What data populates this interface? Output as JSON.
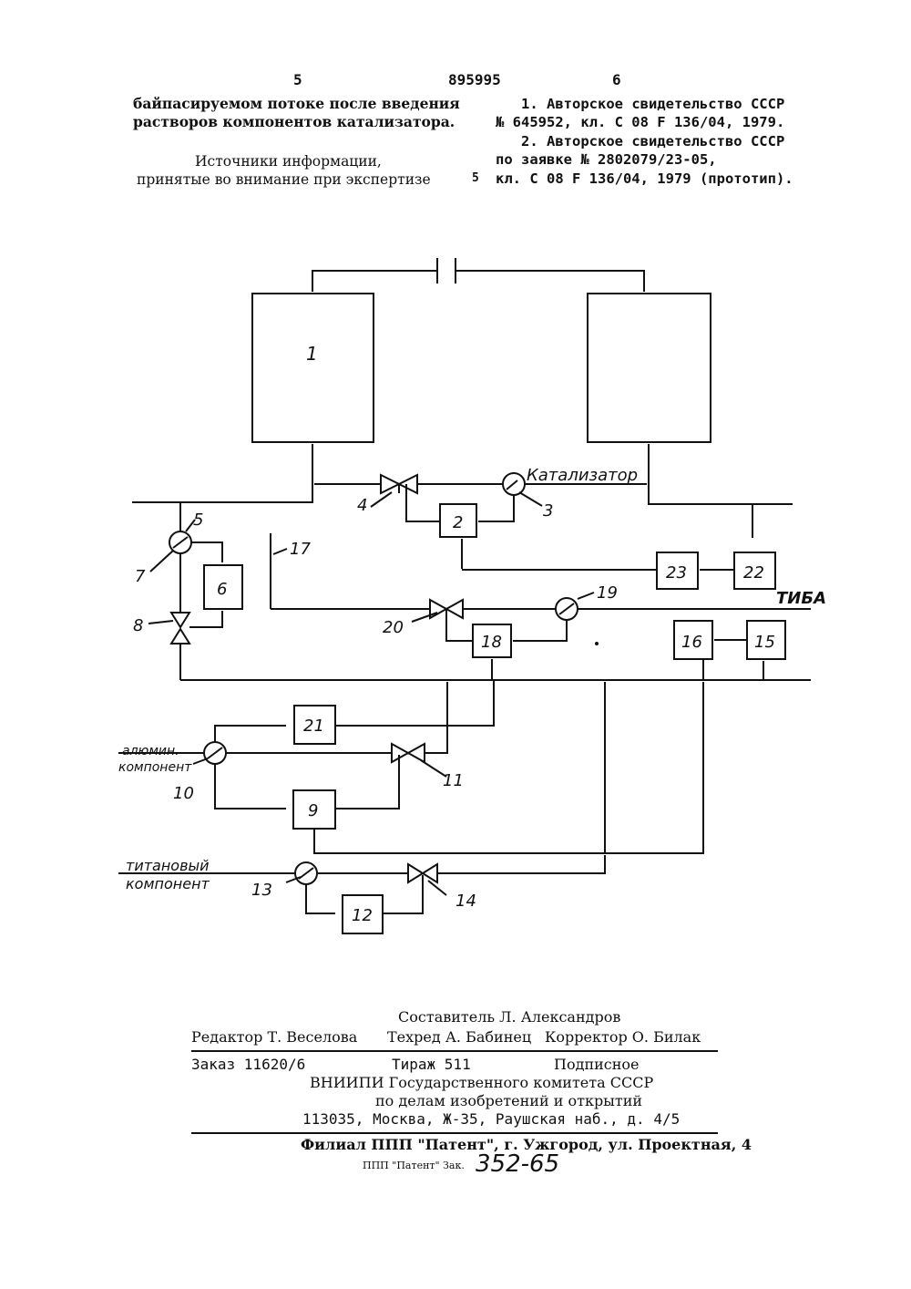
{
  "header": {
    "page_left": "5",
    "patent_number": "895995",
    "page_right": "6"
  },
  "left_column": {
    "line1": "байпасируемом потоке после введения",
    "line2": "растворов компонентов катализатора.",
    "sources_title_1": "Источники информации,",
    "sources_title_2": "принятые во внимание при экспертизе"
  },
  "right_column": {
    "ref1_line1": "1. Авторское свидетельство СССР",
    "ref1_line2": "№ 645952, кл. С 08 F 136/04, 1979.",
    "ref2_line1": "2. Авторское свидетельство СССР",
    "ref2_line2": "по заявке № 2802079/23-05,",
    "ref2_line3": "кл. С 08 F 136/04, 1979 (прототип).",
    "margin_number": "5"
  },
  "diagram": {
    "box_labels": [
      "1",
      "2",
      "6",
      "9",
      "12",
      "15",
      "16",
      "18",
      "21",
      "22",
      "23"
    ],
    "callouts": [
      "3",
      "4",
      "5",
      "7",
      "8",
      "10",
      "11",
      "13",
      "14",
      "17",
      "19",
      "20"
    ],
    "text_catalyst": "Катализатор",
    "text_tiba": "ТИБА",
    "text_alum_1": "алюмин.",
    "text_alum_2": "компонент",
    "text_ti_1": "титановый",
    "text_ti_2": "компонент"
  },
  "imprint": {
    "compiler": "Составитель Л. Александров",
    "editor": "Редактор Т. Веселова",
    "techred": "Техред А. Бабинец",
    "corrector": "Корректор О. Билак",
    "order": "Заказ 11620/6",
    "circulation": "Тираж 511",
    "subscription": "Подписное",
    "org1": "ВНИИПИ Государственного комитета СССР",
    "org2": "по делам изобретений и открытий",
    "address": "113035, Москва, Ж-35, Раушская наб., д. 4/5",
    "branch": "Филиал ППП \"Патент\", г. Ужгород, ул. Проектная, 4",
    "ppp_label": "ППП \"Патент\" Зак.",
    "handwritten_order": "352-65"
  }
}
